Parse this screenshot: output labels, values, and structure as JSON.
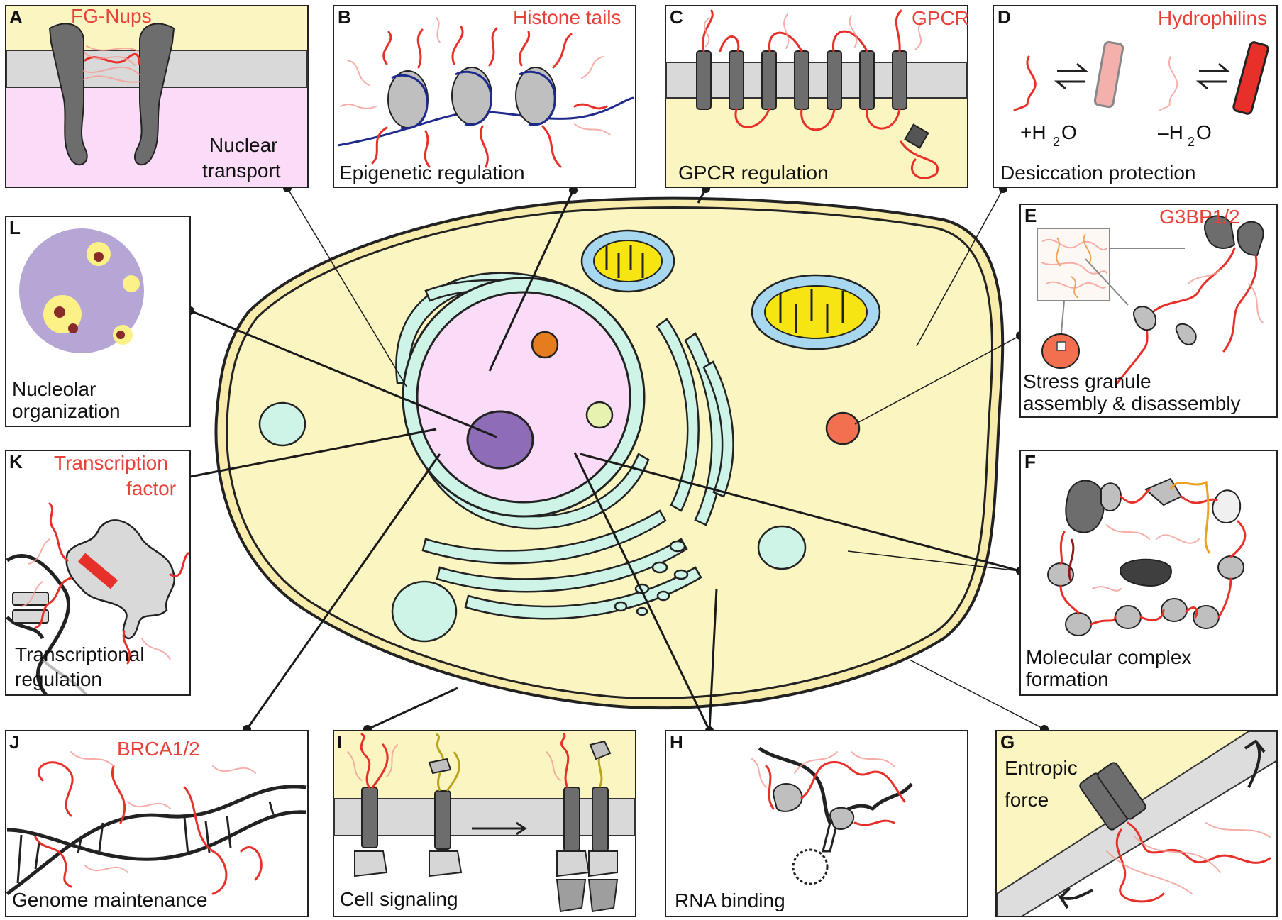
{
  "panels": {
    "A": {
      "letter": "A",
      "protein": "FG-Nups",
      "caption": [
        "Nuclear",
        "transport"
      ]
    },
    "B": {
      "letter": "B",
      "protein": "Histone tails",
      "caption": [
        "Epigenetic regulation"
      ]
    },
    "C": {
      "letter": "C",
      "protein": "GPCR",
      "caption": [
        "GPCR regulation"
      ]
    },
    "D": {
      "letter": "D",
      "protein": "Hydrophilins",
      "caption": [
        "Desiccation protection"
      ],
      "plus_label": "+H",
      "minus_label": "–H",
      "sub2": "2",
      "o": "O"
    },
    "E": {
      "letter": "E",
      "protein": "G3BP1/2",
      "caption": [
        "Stress granule",
        "assembly & disassembly"
      ]
    },
    "F": {
      "letter": "F",
      "protein": "",
      "caption": [
        "Molecular complex",
        "formation"
      ]
    },
    "G": {
      "letter": "G",
      "protein": "",
      "caption": [
        "Entropic",
        "force"
      ]
    },
    "H": {
      "letter": "H",
      "protein": "",
      "caption": [
        "RNA binding"
      ]
    },
    "I": {
      "letter": "I",
      "protein": "",
      "caption": [
        "Cell signaling"
      ]
    },
    "J": {
      "letter": "J",
      "protein": "BRCA1/2",
      "caption": [
        "Genome maintenance"
      ]
    },
    "K": {
      "letter": "K",
      "protein": [
        "Transcription",
        "factor"
      ],
      "caption": [
        "Transcriptional",
        "regulation"
      ]
    },
    "L": {
      "letter": "L",
      "protein": "",
      "caption": [
        "Nucleolar",
        "organization"
      ]
    }
  },
  "colors": {
    "idr_red": "#e8302a",
    "cytoplasm": "#fbf5c2",
    "nucleus": "#fbdcf8",
    "er": "#cdf4e6",
    "nucleolus": "#8e6cb8",
    "stress_granule": "#f2704f",
    "mito_outer": "#a8d8f0",
    "mito_inner": "#f6e512",
    "nucleolus_panel_bg": "#b5a6d6"
  }
}
